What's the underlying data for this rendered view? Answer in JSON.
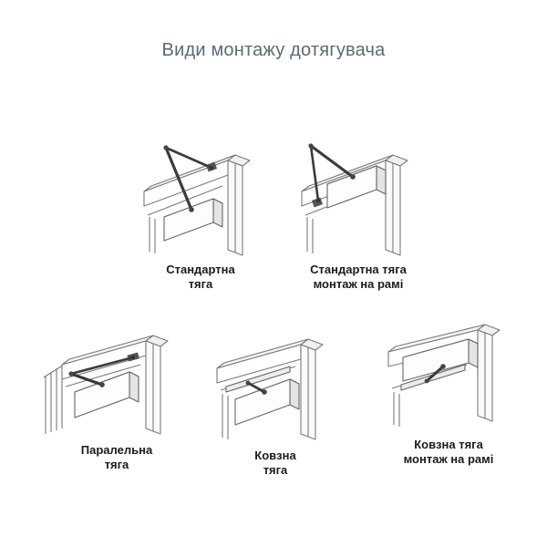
{
  "title": "Види монтажу дотягувача",
  "figures": [
    {
      "id": "standard-arm",
      "label_line1": "Стандартна",
      "label_line2": "тяга"
    },
    {
      "id": "standard-arm-frame",
      "label_line1": "Стандартна тяга",
      "label_line2": "монтаж на рамі"
    },
    {
      "id": "parallel-arm",
      "label_line1": "Паралельна",
      "label_line2": "тяга"
    },
    {
      "id": "slide-arm",
      "label_line1": "Ковзна",
      "label_line2": "тяга"
    },
    {
      "id": "slide-arm-frame",
      "label_line1": "Ковзна тяга",
      "label_line2": "монтаж на рамі"
    }
  ],
  "colors": {
    "background": "#ffffff",
    "title_text": "#5a6a74",
    "caption_text": "#1b1b1b",
    "drawing_line": "#7a7a7a",
    "arm_dark": "#3b3b3b"
  }
}
